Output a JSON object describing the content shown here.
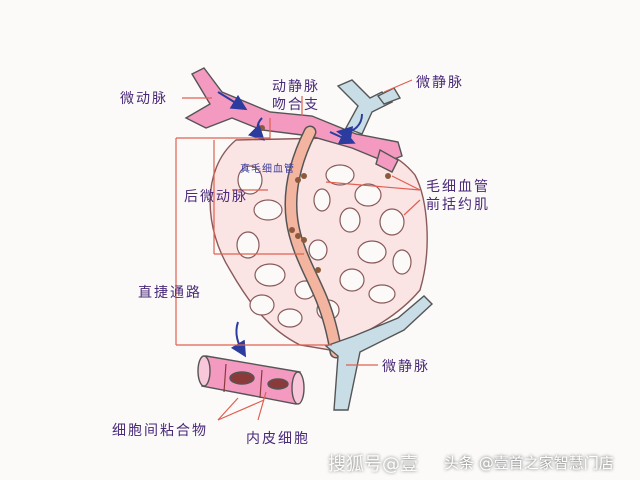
{
  "labels": {
    "arteriole": "微动脉",
    "av_anastomosis_line1": "动静脉",
    "av_anastomosis_line2": "吻合支",
    "venule_top": "微静脉",
    "true_capillary": "真毛细血管",
    "metarteriole": "后微动脉",
    "precapillary_sphincter_line1": "毛细血管",
    "precapillary_sphincter_line2": "前括约肌",
    "thoroughfare_channel": "直捷通路",
    "venule_bottom": "微静脉",
    "intercellular_cement": "细胞间粘合物",
    "endothelial_cell": "内皮细胞"
  },
  "watermark": {
    "left": "搜狐号@壹",
    "right": "头条 @壹首之家智慧门店"
  },
  "colors": {
    "label": "#4a2a7a",
    "leader_line": "#e06050",
    "arteriole_fill": "#f49ac0",
    "capillary_fill": "#fbe4e4",
    "venule_fill": "#c9dde6",
    "flow_arrow": "#2b3b9e"
  }
}
